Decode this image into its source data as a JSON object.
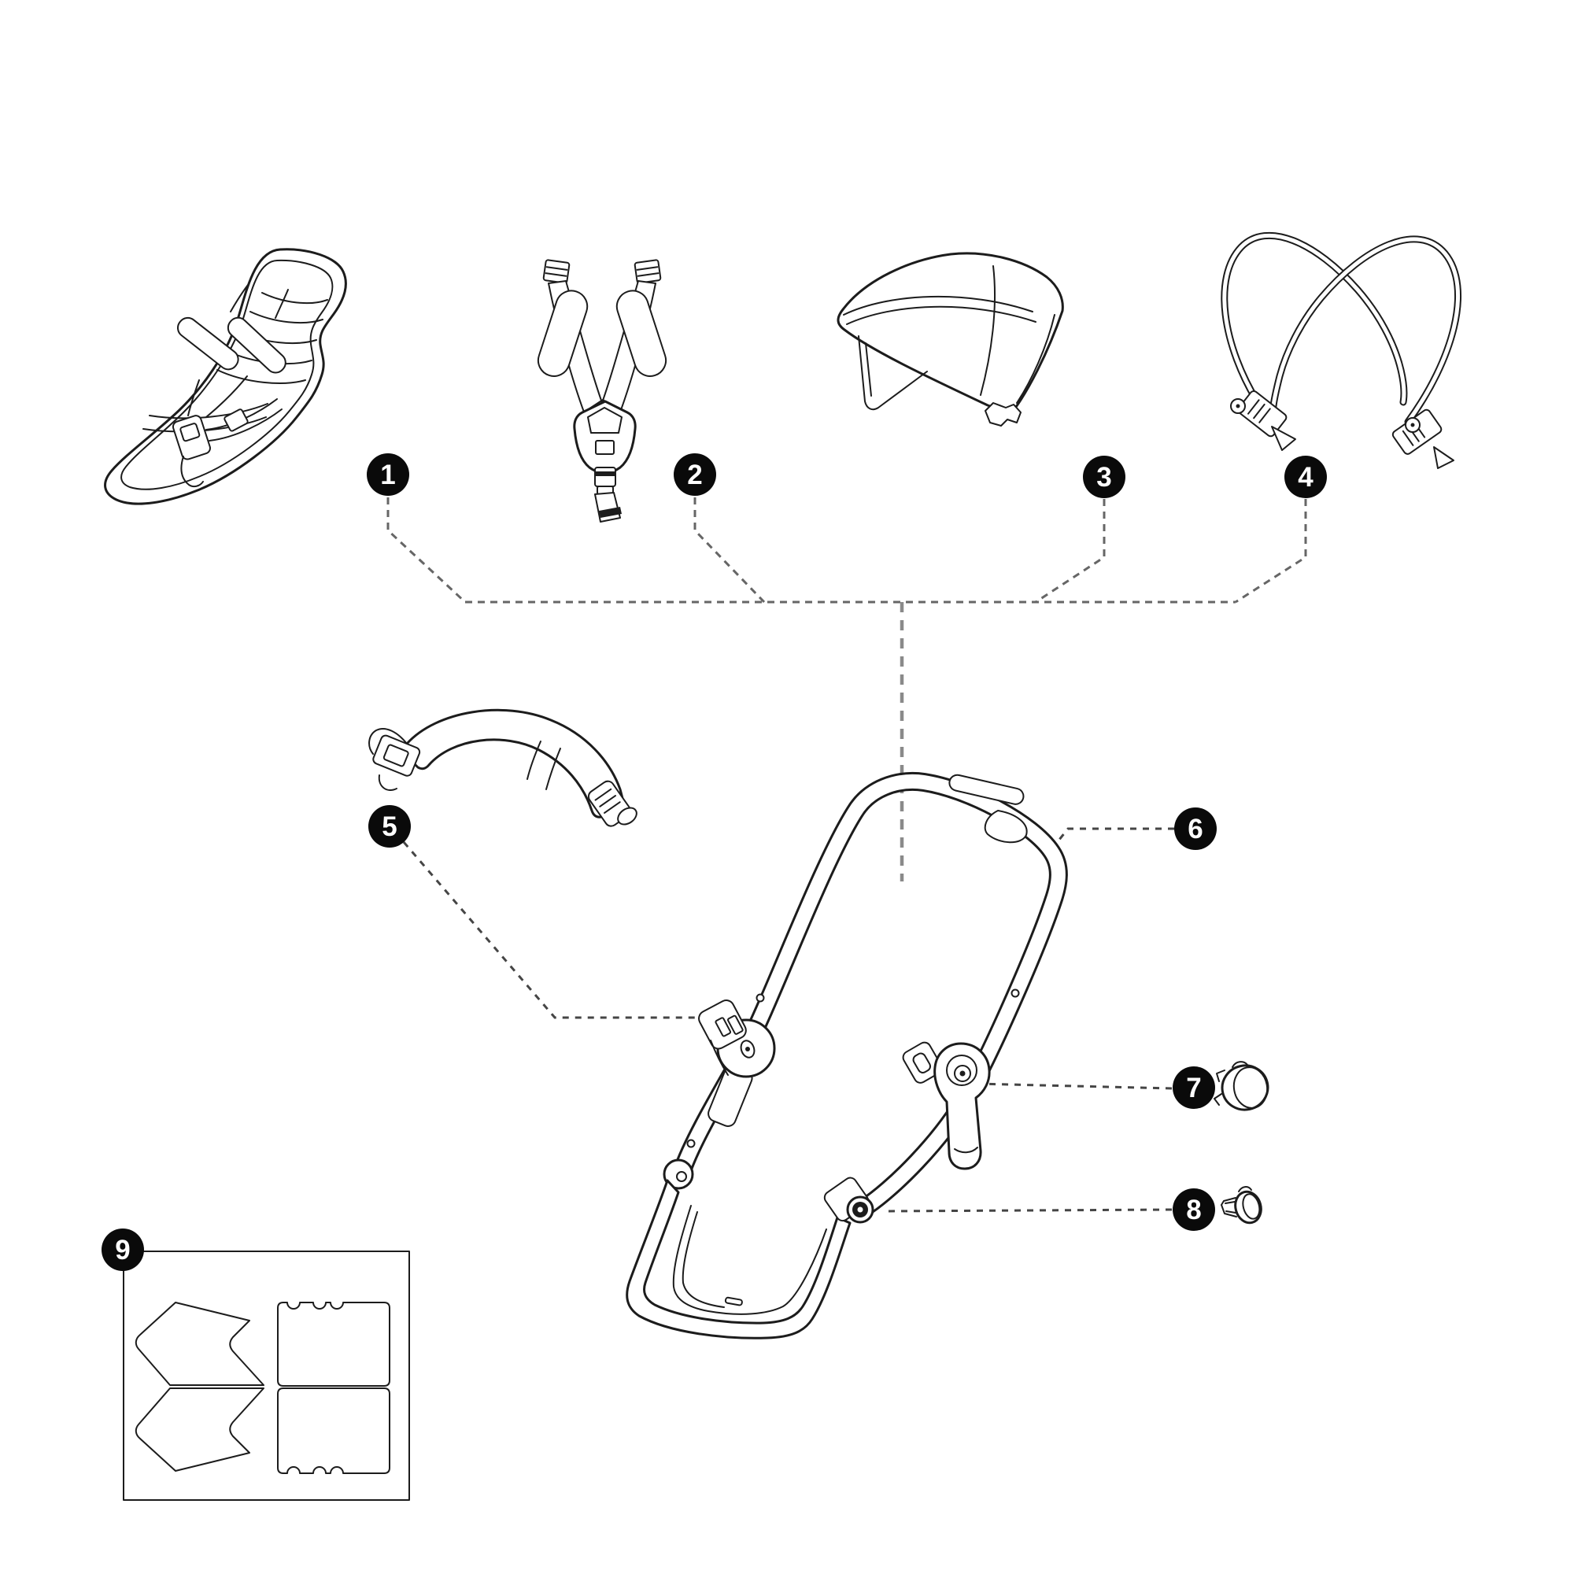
{
  "diagram": {
    "type": "exploded-parts-diagram",
    "title": "",
    "colors": {
      "line": "#1c1c1c",
      "paper": "#ffffff",
      "badge_bg": "#0a0a0a",
      "badge_text": "#ffffff",
      "leader_light": "#666666",
      "leader_dark": "#454545",
      "leader_drop": "#8a8a8a"
    },
    "parts": [
      {
        "number": "1",
        "icon": "seat-pad-icon"
      },
      {
        "number": "2",
        "icon": "shoulder-harness-icon"
      },
      {
        "number": "3",
        "icon": "canopy-icon"
      },
      {
        "number": "4",
        "icon": "canopy-wire-frame-icon"
      },
      {
        "number": "5",
        "icon": "bumper-bar-icon"
      },
      {
        "number": "6",
        "icon": "seat-frame-icon"
      },
      {
        "number": "7",
        "icon": "hinge-cap-icon"
      },
      {
        "number": "8",
        "icon": "axle-plug-icon"
      },
      {
        "number": "9",
        "icon": "sticker-sheet-icon"
      }
    ]
  }
}
